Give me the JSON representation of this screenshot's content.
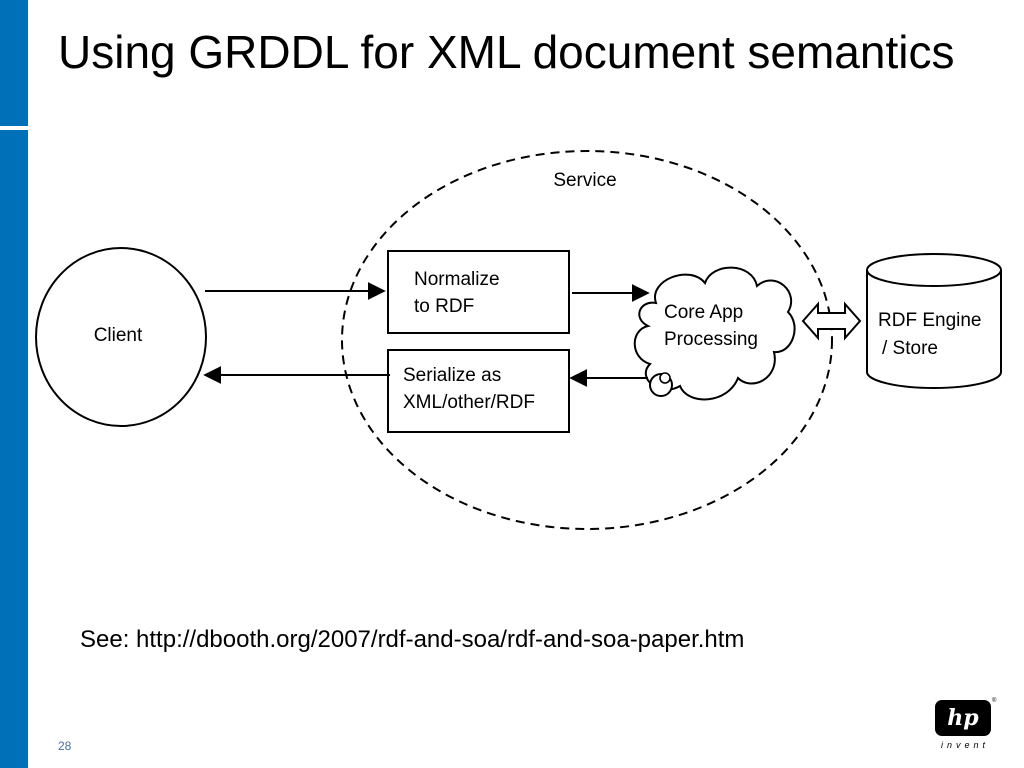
{
  "slide": {
    "title": "Using GRDDL for XML document semantics",
    "reference": "See: http://dbooth.org/2007/rdf-and-soa/rdf-and-soa-paper.htm",
    "page_number": "28"
  },
  "diagram": {
    "service_label": "Service",
    "client_label": "Client",
    "normalize_lines": [
      "Normalize",
      "to RDF"
    ],
    "serialize_lines": [
      "Serialize as",
      "XML/other/RDF"
    ],
    "core_lines": [
      "Core App",
      "Processing"
    ],
    "store_lines": [
      "RDF Engine",
      "/ Store"
    ]
  },
  "logo": {
    "mark": "hp",
    "tagline": "invent",
    "registered": "®"
  },
  "colors": {
    "accent_blue": "#0070b8",
    "stroke": "#000000",
    "background": "#ffffff"
  }
}
